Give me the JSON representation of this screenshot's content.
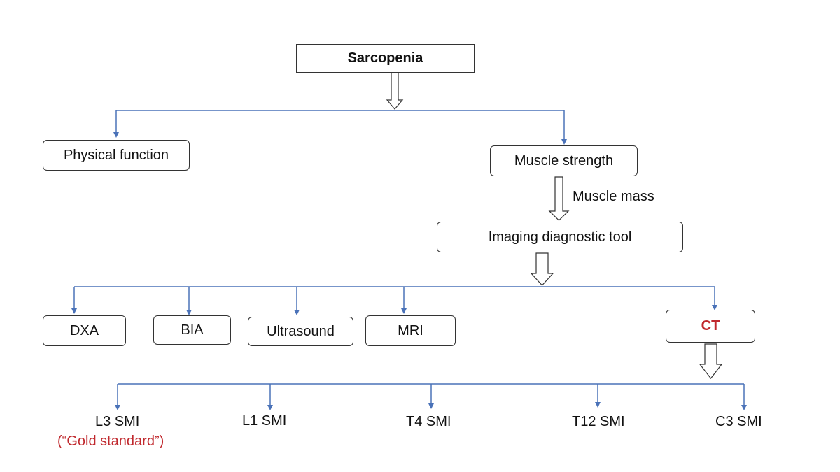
{
  "root": {
    "label": "Sarcopenia"
  },
  "level1": {
    "physical_function": "Physical function",
    "muscle_strength": "Muscle strength"
  },
  "connector_label": "Muscle mass",
  "imaging": {
    "label": "Imaging diagnostic tool"
  },
  "tools": {
    "dxa": "DXA",
    "bia": "BIA",
    "ultrasound": "Ultrasound",
    "mri": "MRI",
    "ct": "CT"
  },
  "smi": {
    "l3": "L3 SMI",
    "l3_note": "(“Gold standard”)",
    "l1": "L1 SMI",
    "t4": "T4 SMI",
    "t12": "T12 SMI",
    "c3": "C3 SMI"
  },
  "colors": {
    "line": "#4a72b8",
    "highlight": "#c0282d",
    "border": "#333333"
  }
}
